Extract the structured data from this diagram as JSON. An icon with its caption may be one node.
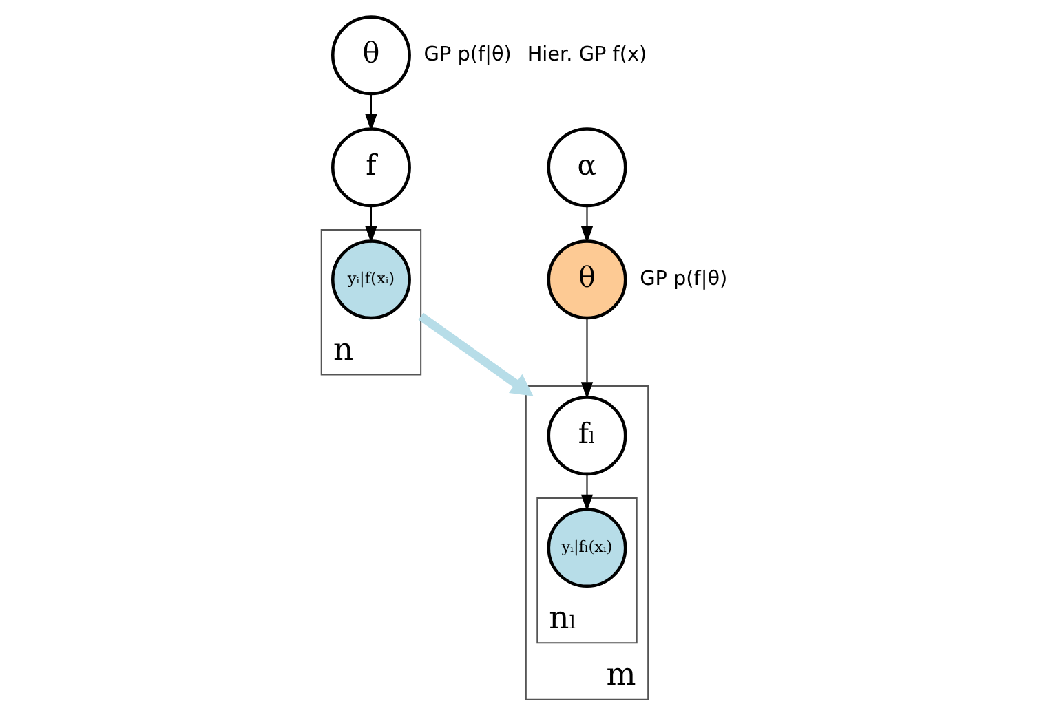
{
  "diagram": {
    "nodes": [
      {
        "text": [
          "θ"
        ],
        "beside": [
          "GP p(f|θ)"
        ]
      },
      {
        "text": [
          "f"
        ]
      },
      {
        "text": [
          "n"
        ]
      },
      {
        "text": [
          "yᵢ|f(xᵢ)"
        ],
        "in": 2
      },
      {
        "text": [
          "α"
        ],
        "beside": [
          "Hier. GP f(x)"
        ]
      },
      {
        "text": [
          "θ"
        ],
        "beside": [
          "GP p(f|θ)"
        ]
      },
      {
        "text": [
          "m"
        ]
      },
      {
        "text": [
          "fₗ"
        ],
        "in": 6
      },
      {
        "text": [
          "nₗ"
        ],
        "in": 6
      },
      {
        "text": [
          "yᵢ|fₗ(xᵢ)"
        ],
        "in": 8
      }
    ],
    "edges": [
      {
        "from": 0,
        "to": 1,
        "arrow": "to"
      },
      {
        "from": 1,
        "to": 3,
        "arrow": "to"
      },
      {
        "from": 2,
        "to": 6,
        "arrow": "to",
        "style": "thick",
        "color": "#b7dde8"
      },
      {
        "from": 4,
        "to": 5,
        "arrow": "to"
      },
      {
        "from": 5,
        "to": 7,
        "arrow": "to"
      },
      {
        "from": 7,
        "to": 9,
        "arrow": "to"
      }
    ]
  }
}
